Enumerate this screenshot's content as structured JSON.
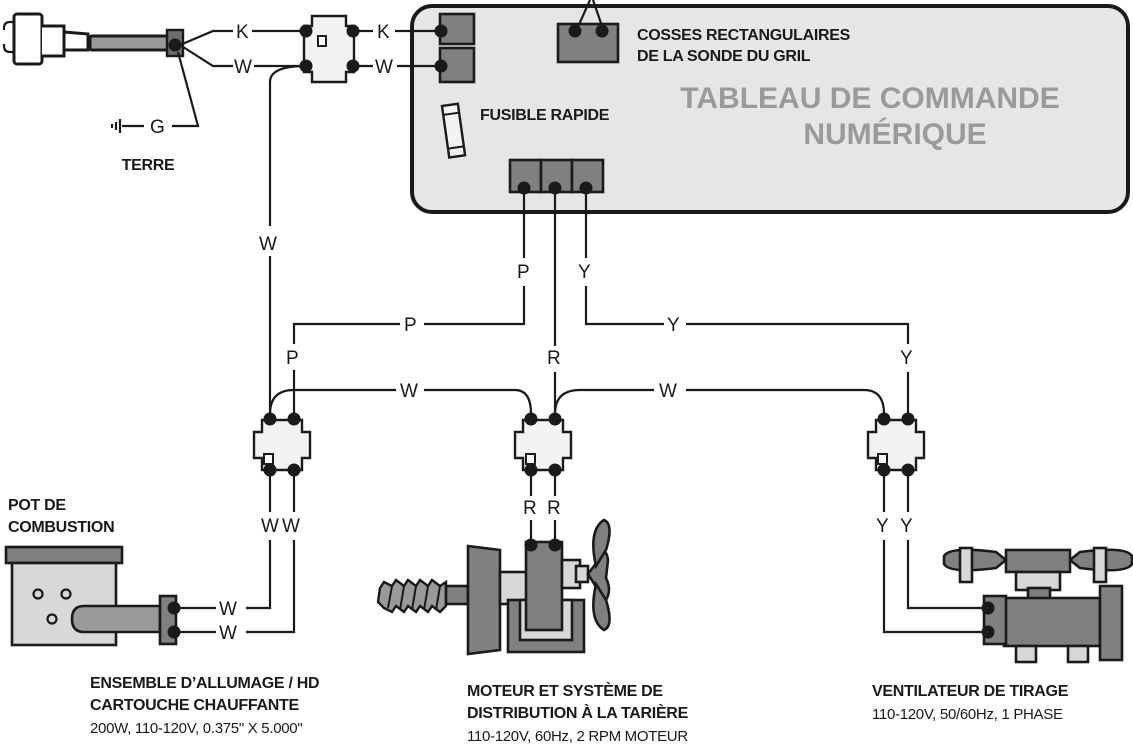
{
  "wire_labels": {
    "k": "K",
    "w": "W",
    "g": "G",
    "p": "P",
    "y": "Y",
    "r": "R"
  },
  "labels": {
    "ground": "TERRE",
    "probe_line1": "COSSES RECTANGULAIRES",
    "probe_line2": "DE LA SONDE DU GRIL",
    "fuse": "FUSIBLE RAPIDE",
    "board_line1": "TABLEAU DE COMMANDE",
    "board_line2": "NUMÉRIQUE",
    "firepot_line1": "POT DE",
    "firepot_line2": "COMBUSTION",
    "igniter_line1": "ENSEMBLE D’ALLUMAGE / HD",
    "igniter_line2": "CARTOUCHE CHAUFFANTE",
    "igniter_spec": "200W, 110-120V, 0.375\" X 5.000\"",
    "motor_line1": "MOTEUR ET SYSTÈME DE",
    "motor_line2": "DISTRIBUTION  À LA TARIÈRE",
    "motor_spec": "110-120V, 60Hz, 2 RPM MOTEUR",
    "fan_line1": "VENTILATEUR DE TIRAGE",
    "fan_spec": "110-120V, 50/60Hz, 1 PHASE"
  }
}
